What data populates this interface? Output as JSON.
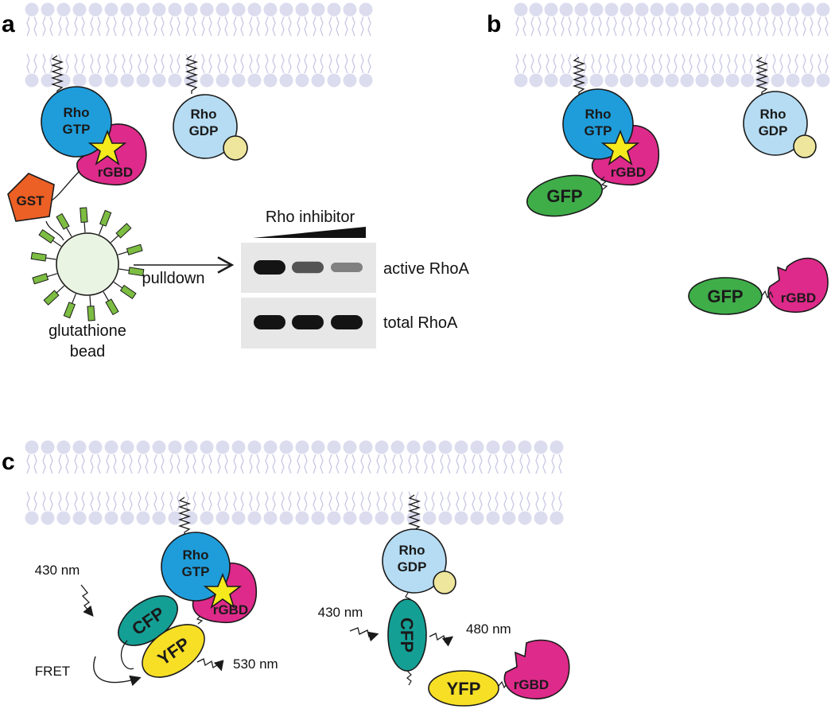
{
  "panels": {
    "a": {
      "letter": "a",
      "rho_active": [
        "Rho",
        "GTP"
      ],
      "rho_inactive": [
        "Rho",
        "GDP"
      ],
      "rgbd": "rGBD",
      "gst": "GST",
      "bead": [
        "glutathione",
        "bead"
      ],
      "arrow_label": "pulldown",
      "blot": {
        "gradient_label": "Rho inhibitor",
        "rows": [
          {
            "label": "active RhoA",
            "band_intensity": [
              1.0,
              0.65,
              0.4
            ]
          },
          {
            "label": "total RhoA",
            "band_intensity": [
              1.0,
              1.0,
              1.0
            ]
          }
        ]
      }
    },
    "b": {
      "letter": "b",
      "rho_active": [
        "Rho",
        "GTP"
      ],
      "rho_inactive": [
        "Rho",
        "GDP"
      ],
      "rgbd": "rGBD",
      "gfp": "GFP"
    },
    "c": {
      "letter": "c",
      "rho_active": [
        "Rho",
        "GTP"
      ],
      "rho_inactive": [
        "Rho",
        "GDP"
      ],
      "rgbd": "rGBD",
      "cfp": "CFP",
      "yfp": "YFP",
      "excitation": "430 nm",
      "fret": "FRET",
      "emission_fret": "530 nm",
      "emission_cfp": "480 nm"
    }
  },
  "colors": {
    "membrane": "#dcdcef",
    "membrane_tail": "#c8c8e4",
    "rho_gtp": "#1f9ddb",
    "rho_gdp": "#b5dcf3",
    "gdp_ball": "#eee69c",
    "star": "#f5ea1c",
    "rgbd": "#de2a8a",
    "gst": "#ec5f25",
    "gfp": "#3fae49",
    "bead": "#eaf4e2",
    "bead_spike": "#7cbd42",
    "cfp": "#149f95",
    "yfp": "#f7df25",
    "blot_bg": "#e7e7e7"
  }
}
